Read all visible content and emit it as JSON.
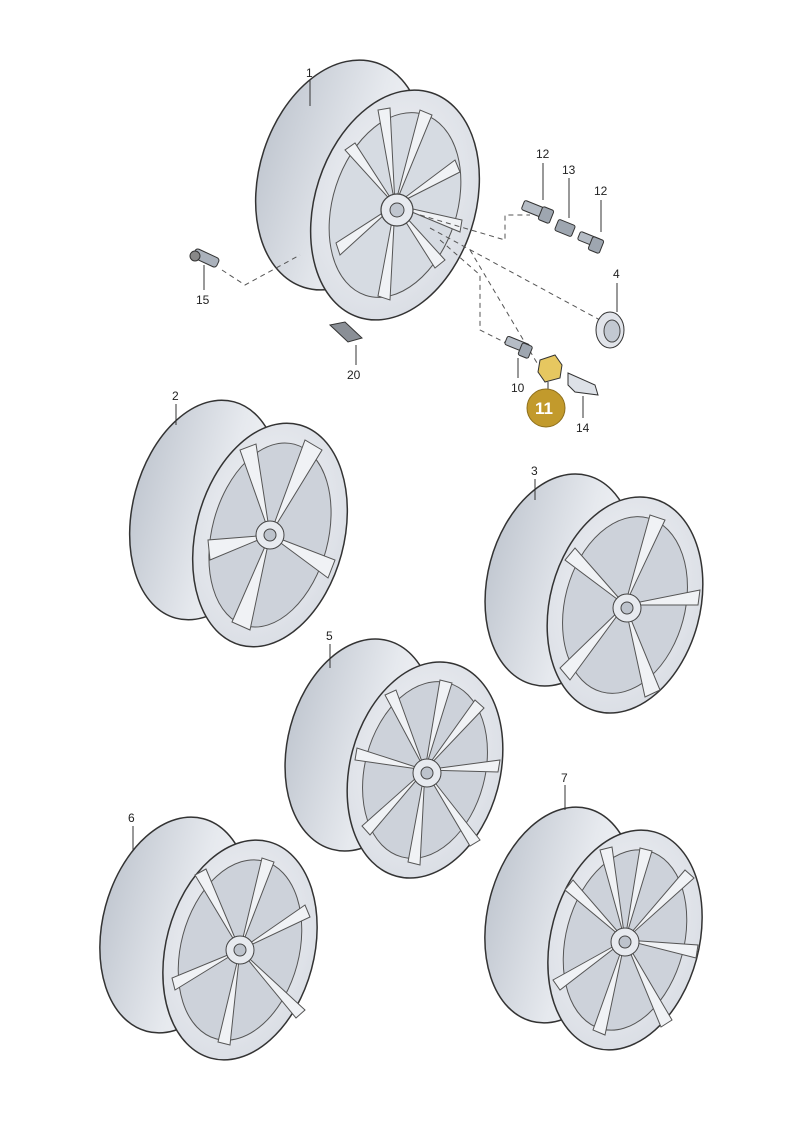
{
  "callouts": {
    "c1": "1",
    "c2": "2",
    "c3": "3",
    "c4": "4",
    "c5": "5",
    "c6": "6",
    "c7": "7",
    "c10": "10",
    "c11": "11",
    "c12a": "12",
    "c12b": "12",
    "c13": "13",
    "c14": "14",
    "c15": "15",
    "c20": "20"
  },
  "colors": {
    "highlight": "#c29a2c",
    "line": "#333333",
    "wheel_face": "#e9ebef",
    "wheel_shade": "#c9ced6"
  },
  "icons": {
    "highlight-badge": "gold-circle",
    "wheel": "alloy-wheel-illustration"
  }
}
